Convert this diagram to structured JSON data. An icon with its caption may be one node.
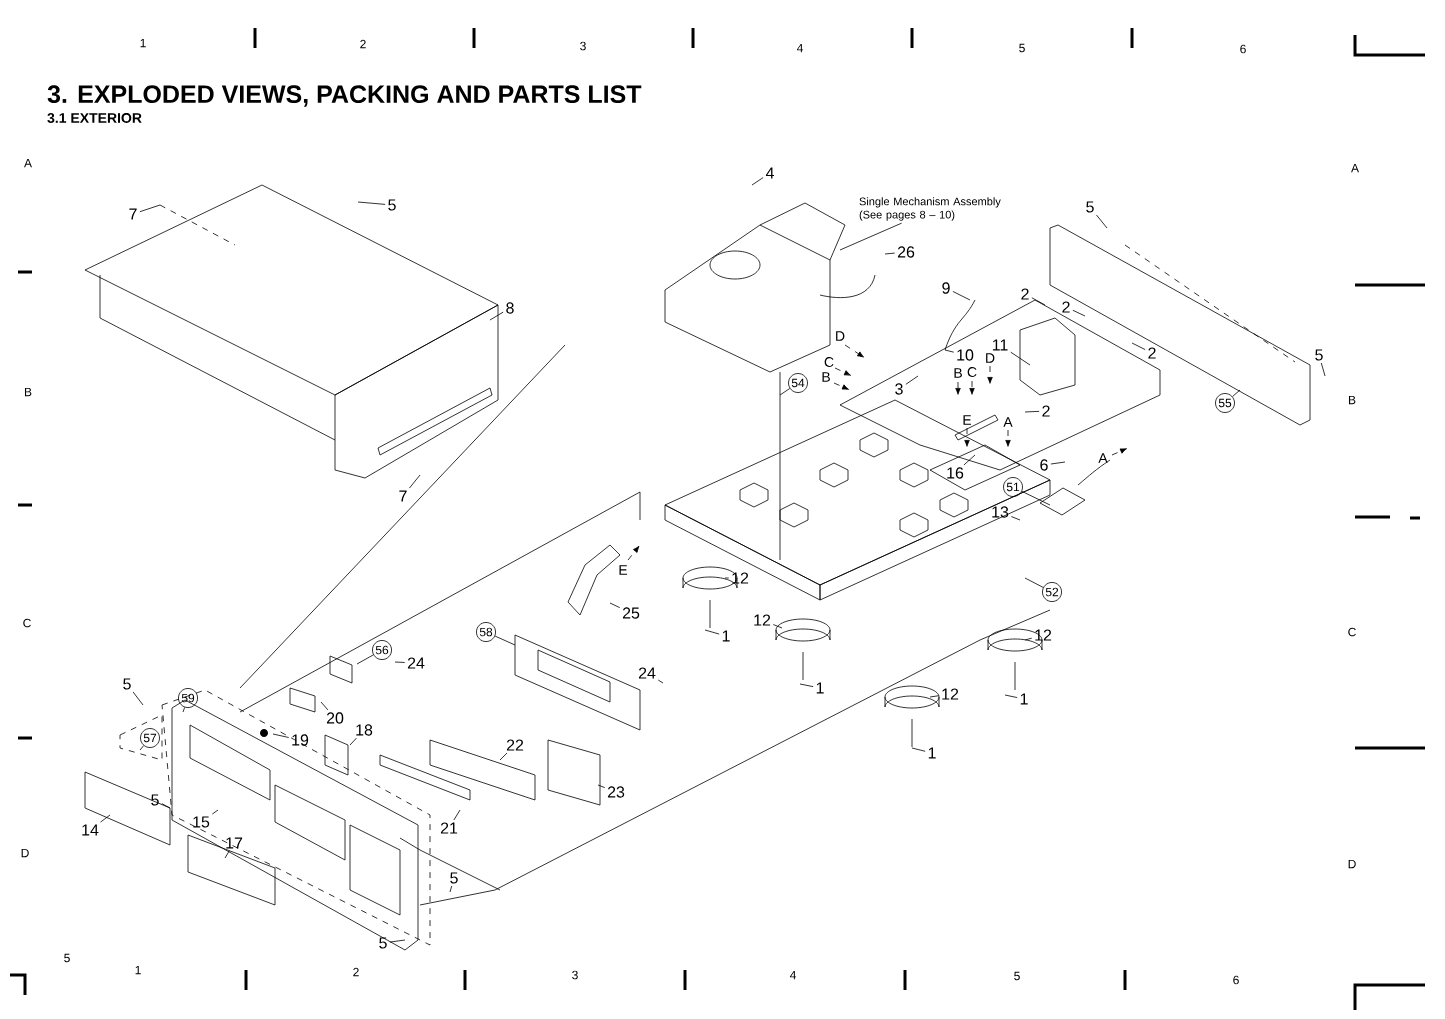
{
  "diagram": {
    "title": "3. EXPLODED VIEWS, PACKING AND PARTS LIST",
    "nodes": [
      {
        "text": [
          "7"
        ]
      },
      {
        "text": [
          "5"
        ]
      },
      {
        "text": [
          "8"
        ]
      },
      {
        "text": [
          "7"
        ]
      },
      {
        "text": [
          "4"
        ]
      },
      {
        "text": [
          "Single Mechanism Assembly (See pages 8 – 10)"
        ]
      },
      {
        "text": [
          "26"
        ]
      },
      {
        "text": [
          "9"
        ]
      },
      {
        "text": [
          "5"
        ]
      },
      {
        "text": [
          "2"
        ]
      },
      {
        "text": [
          "2"
        ]
      },
      {
        "text": [
          "10"
        ]
      },
      {
        "text": [
          "11"
        ]
      },
      {
        "text": [
          "2"
        ]
      },
      {
        "text": [
          "3"
        ]
      },
      {
        "text": [
          "2"
        ]
      },
      {
        "text": [
          "16"
        ]
      },
      {
        "text": [
          "6"
        ]
      },
      {
        "text": [
          "5"
        ]
      },
      {
        "text": [
          "55"
        ]
      },
      {
        "text": [
          "54"
        ]
      },
      {
        "text": [
          "51"
        ]
      },
      {
        "text": [
          "13"
        ]
      },
      {
        "text": [
          "52"
        ]
      },
      {
        "text": [
          "12"
        ]
      },
      {
        "text": [
          "1"
        ]
      },
      {
        "text": [
          "12"
        ]
      },
      {
        "text": [
          "1"
        ]
      },
      {
        "text": [
          "12"
        ]
      },
      {
        "text": [
          "1"
        ]
      },
      {
        "text": [
          "12"
        ]
      },
      {
        "text": [
          "1"
        ]
      },
      {
        "text": [
          "25"
        ]
      },
      {
        "text": [
          "58"
        ]
      },
      {
        "text": [
          "24"
        ]
      },
      {
        "text": [
          "56"
        ]
      },
      {
        "text": [
          "24"
        ]
      },
      {
        "text": [
          "5"
        ]
      },
      {
        "text": [
          "59"
        ]
      },
      {
        "text": [
          "57"
        ]
      },
      {
        "text": [
          "20"
        ]
      },
      {
        "text": [
          "19"
        ]
      },
      {
        "text": [
          "18"
        ]
      },
      {
        "text": [
          "22"
        ]
      },
      {
        "text": [
          "21"
        ]
      },
      {
        "text": [
          "23"
        ]
      },
      {
        "text": [
          "5"
        ]
      },
      {
        "text": [
          "14"
        ]
      },
      {
        "text": [
          "15"
        ]
      },
      {
        "text": [
          "17"
        ]
      },
      {
        "text": [
          "5"
        ]
      },
      {
        "text": [
          "5"
        ]
      }
    ],
    "edges": [
      {
        "from": 0,
        "to": null,
        "arrow": "none"
      },
      {
        "from": 1,
        "to": null,
        "arrow": "none"
      },
      {
        "from": 2,
        "to": null,
        "arrow": "none"
      },
      {
        "from": 3,
        "to": null,
        "arrow": "none"
      },
      {
        "from": 4,
        "to": null,
        "arrow": "none"
      },
      {
        "from": 5,
        "to": null,
        "arrow": "none"
      },
      {
        "from": 6,
        "to": null,
        "arrow": "none"
      },
      {
        "from": 7,
        "to": null,
        "arrow": "none"
      },
      {
        "from": 8,
        "to": null,
        "arrow": "none"
      },
      {
        "from": 9,
        "to": null,
        "arrow": "none"
      },
      {
        "from": 10,
        "to": null,
        "arrow": "none"
      },
      {
        "from": 11,
        "to": null,
        "arrow": "none"
      },
      {
        "from": 12,
        "to": null,
        "arrow": "none"
      },
      {
        "from": 13,
        "to": null,
        "arrow": "none"
      },
      {
        "from": 14,
        "to": null,
        "arrow": "none"
      },
      {
        "from": 15,
        "to": null,
        "arrow": "none"
      },
      {
        "from": 16,
        "to": null,
        "arrow": "none"
      },
      {
        "from": 17,
        "to": null,
        "arrow": "none"
      },
      {
        "from": 18,
        "to": null,
        "arrow": "none"
      },
      {
        "from": 19,
        "to": null,
        "arrow": "none"
      },
      {
        "from": 20,
        "to": null,
        "arrow": "none"
      },
      {
        "from": 21,
        "to": null,
        "arrow": "none"
      },
      {
        "from": 22,
        "to": null,
        "arrow": "none"
      },
      {
        "from": 23,
        "to": null,
        "arrow": "none"
      },
      {
        "from": 24,
        "to": null,
        "arrow": "none"
      },
      {
        "from": 25,
        "to": null,
        "arrow": "none"
      },
      {
        "from": 26,
        "to": null,
        "arrow": "none"
      },
      {
        "from": 27,
        "to": null,
        "arrow": "none"
      },
      {
        "from": 28,
        "to": null,
        "arrow": "none"
      },
      {
        "from": 29,
        "to": null,
        "arrow": "none"
      },
      {
        "from": 30,
        "to": null,
        "arrow": "none"
      },
      {
        "from": 31,
        "to": null,
        "arrow": "none"
      },
      {
        "from": 32,
        "to": null,
        "arrow": "none"
      },
      {
        "from": 33,
        "to": null,
        "arrow": "none"
      },
      {
        "from": 34,
        "to": null,
        "arrow": "none"
      },
      {
        "from": 35,
        "to": null,
        "arrow": "none"
      },
      {
        "from": 36,
        "to": null,
        "arrow": "none"
      },
      {
        "from": 37,
        "to": null,
        "arrow": "none"
      },
      {
        "from": 38,
        "to": null,
        "arrow": "none"
      },
      {
        "from": 39,
        "to": null,
        "arrow": "none"
      },
      {
        "from": 40,
        "to": null,
        "arrow": "none"
      },
      {
        "from": 41,
        "to": null,
        "arrow": "none"
      },
      {
        "from": 42,
        "to": null,
        "arrow": "none"
      },
      {
        "from": 43,
        "to": null,
        "arrow": "none"
      },
      {
        "from": 44,
        "to": null,
        "arrow": "none"
      },
      {
        "from": 45,
        "to": null,
        "arrow": "none"
      },
      {
        "from": 46,
        "to": null,
        "arrow": "none"
      },
      {
        "from": 47,
        "to": null,
        "arrow": "none"
      },
      {
        "from": 48,
        "to": null,
        "arrow": "none"
      },
      {
        "from": 49,
        "to": null,
        "arrow": "none"
      },
      {
        "from": 50,
        "to": null,
        "arrow": "none"
      },
      {
        "from": 51,
        "to": null,
        "arrow": "none"
      }
    ],
    "labels": [
      "1",
      "2",
      "3",
      "4",
      "5",
      "6",
      "3.1 EXTERIOR",
      "A",
      "A",
      "B",
      "B",
      "C",
      "C",
      "D",
      "D",
      "D",
      "C",
      "B",
      "B",
      "C",
      "D",
      "E",
      "A",
      "A",
      "E",
      "5",
      "1",
      "2",
      "3",
      "4",
      "5",
      "6"
    ]
  }
}
